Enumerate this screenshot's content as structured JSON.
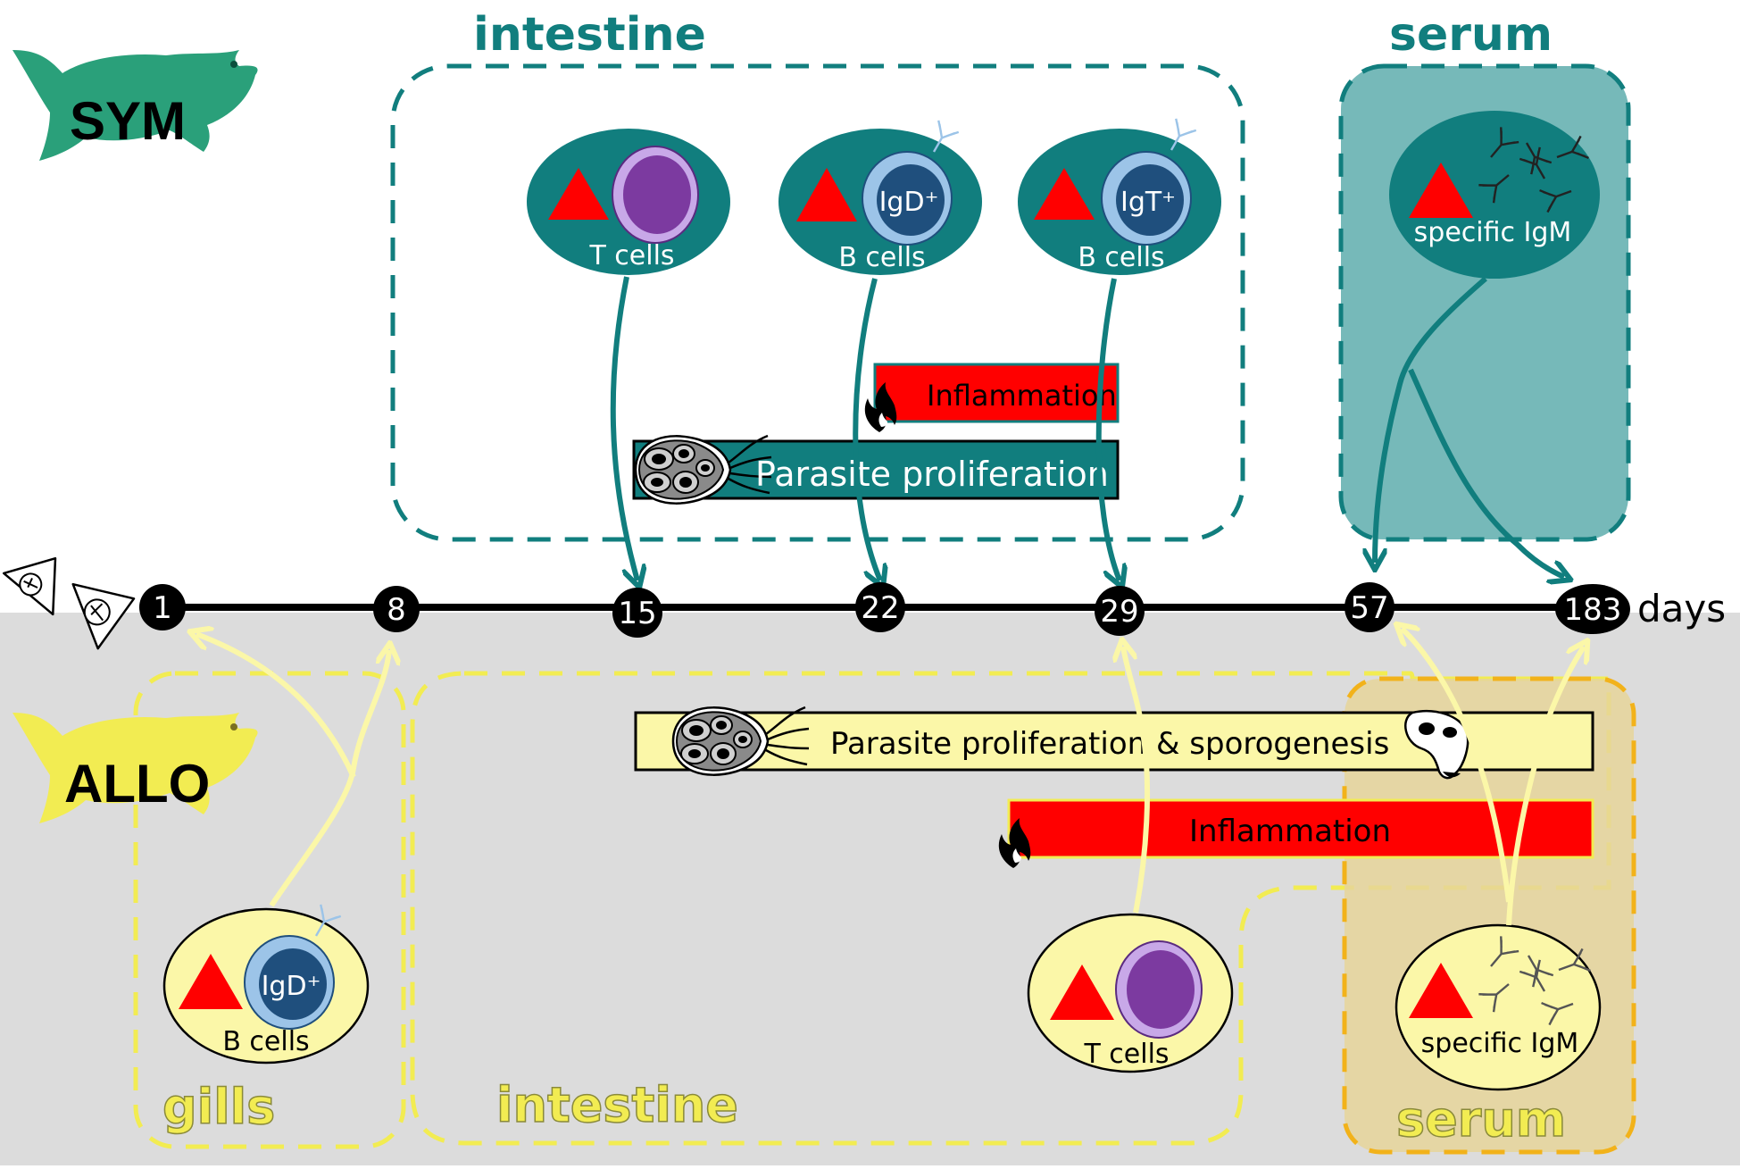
{
  "sym": {
    "fish_label": "SYM",
    "intestine_title": "intestine",
    "serum_title": "serum",
    "cells": [
      {
        "receptor": "",
        "label": "T cells"
      },
      {
        "receptor": "IgD⁺",
        "label": "B cells"
      },
      {
        "receptor": "IgT⁺",
        "label": "B cells"
      }
    ],
    "serum_cell_label": "specific IgM",
    "inflammation_label": "Inflammation",
    "parasite_label": "Parasite proliferation"
  },
  "allo": {
    "fish_label": "ALLO",
    "gills_title": "gills",
    "intestine_title": "intestine",
    "serum_title": "serum",
    "gill_cell": {
      "receptor": "IgD⁺",
      "label": "B cells"
    },
    "intestine_cell_label": "T cells",
    "serum_cell_label": "specific IgM",
    "parasite_label": "Parasite proliferation & sporogenesis",
    "inflammation_label": "Inflammation"
  },
  "timeline": {
    "days": [
      "1",
      "8",
      "15",
      "22",
      "29",
      "57",
      "183"
    ],
    "unit": "days"
  },
  "colors": {
    "sym_teal": "#117e7e",
    "sym_serum_fill": "#76b9b9",
    "allo_yellow": "#f2ec52",
    "allo_cell_fill": "#fbf7a8",
    "allo_serum_fill": "#e6d59a",
    "allo_background": "#dcdcdc",
    "inflammation_red": "#ff0000",
    "t_cell_purple": "#7c3aa0",
    "b_cell_blue": "#1f4f7d"
  },
  "icons": [
    "fish-icon",
    "flame-icon",
    "parasite-icon",
    "spore-icon",
    "antibody-icon",
    "antigen-triangle-icon",
    "arrow-icon"
  ]
}
